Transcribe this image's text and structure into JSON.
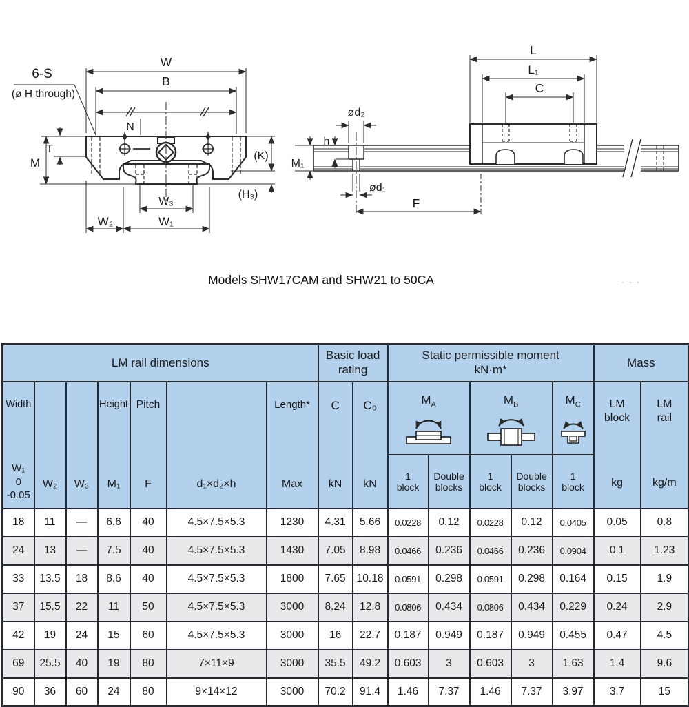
{
  "caption": "Models SHW17CAM and SHW21 to 50CA",
  "dots": "···",
  "colors": {
    "header_blue": "#b3d0ec",
    "row_alt": "#e9e9ec",
    "border": "#262b33",
    "line": "#2b2b2b"
  },
  "diagram_left": {
    "six_s": "6-S",
    "h_through": "(ø H through)",
    "w": "W",
    "b": "B",
    "n": "N",
    "t": "T",
    "m": "M",
    "k": "(K)",
    "h3": "(H₃)",
    "w3": "W₃",
    "w2": "W₂",
    "w1": "W₁"
  },
  "diagram_right": {
    "l": "L",
    "l1": "L₁",
    "c": "C",
    "d2": "ød₂",
    "h": "h",
    "m1": "M₁",
    "d1": "ød₁",
    "f": "F"
  },
  "table": {
    "groups": {
      "lm_rail": "LM rail dimensions",
      "basic_load": "Basic load\nrating",
      "static_moment": "Static permissible moment\nkN·m*",
      "mass": "Mass"
    },
    "headers": {
      "width_top": "Width",
      "width_sym": "W₁\n0\n-0.05",
      "w2": "W₂",
      "w3": "W₃",
      "height_top": "Height",
      "height_sym": "M₁",
      "pitch_top": "Pitch",
      "pitch_sym": "F",
      "dxd": "d₁×d₂×h",
      "length_top": "Length*",
      "length_sym": "Max",
      "c_top": "C",
      "c_unit": "kN",
      "c0_top": "C₀",
      "c0_unit": "kN",
      "ma": {
        "base": "M",
        "sub": "A"
      },
      "mb": {
        "base": "M",
        "sub": "B"
      },
      "mc": {
        "base": "M",
        "sub": "C"
      },
      "one_block": "1\nblock",
      "double_blocks": "Double\nblocks",
      "lm_block_top": "LM\nblock",
      "lm_block_unit": "kg",
      "lm_rail_top": "LM\nrail",
      "lm_rail_unit": "kg/m"
    },
    "rows": [
      [
        "18",
        "11",
        "—",
        "6.6",
        "40",
        "4.5×7.5×5.3",
        "1230",
        "4.31",
        "5.66",
        "0.0228",
        "0.12",
        "0.0228",
        "0.12",
        "0.0405",
        "0.05",
        "0.8"
      ],
      [
        "24",
        "13",
        "—",
        "7.5",
        "40",
        "4.5×7.5×5.3",
        "1430",
        "7.05",
        "8.98",
        "0.0466",
        "0.236",
        "0.0466",
        "0.236",
        "0.0904",
        "0.1",
        "1.23"
      ],
      [
        "33",
        "13.5",
        "18",
        "8.6",
        "40",
        "4.5×7.5×5.3",
        "1800",
        "7.65",
        "10.18",
        "0.0591",
        "0.298",
        "0.0591",
        "0.298",
        "0.164",
        "0.15",
        "1.9"
      ],
      [
        "37",
        "15.5",
        "22",
        "11",
        "50",
        "4.5×7.5×5.3",
        "3000",
        "8.24",
        "12.8",
        "0.0806",
        "0.434",
        "0.0806",
        "0.434",
        "0.229",
        "0.24",
        "2.9"
      ],
      [
        "42",
        "19",
        "24",
        "15",
        "60",
        "4.5×7.5×5.3",
        "3000",
        "16",
        "22.7",
        "0.187",
        "0.949",
        "0.187",
        "0.949",
        "0.455",
        "0.47",
        "4.5"
      ],
      [
        "69",
        "25.5",
        "40",
        "19",
        "80",
        "7×11×9",
        "3000",
        "35.5",
        "49.2",
        "0.603",
        "3",
        "0.603",
        "3",
        "1.63",
        "1.4",
        "9.6"
      ],
      [
        "90",
        "36",
        "60",
        "24",
        "80",
        "9×14×12",
        "3000",
        "70.2",
        "91.4",
        "1.46",
        "7.37",
        "1.46",
        "7.37",
        "3.97",
        "3.7",
        "15"
      ]
    ]
  }
}
